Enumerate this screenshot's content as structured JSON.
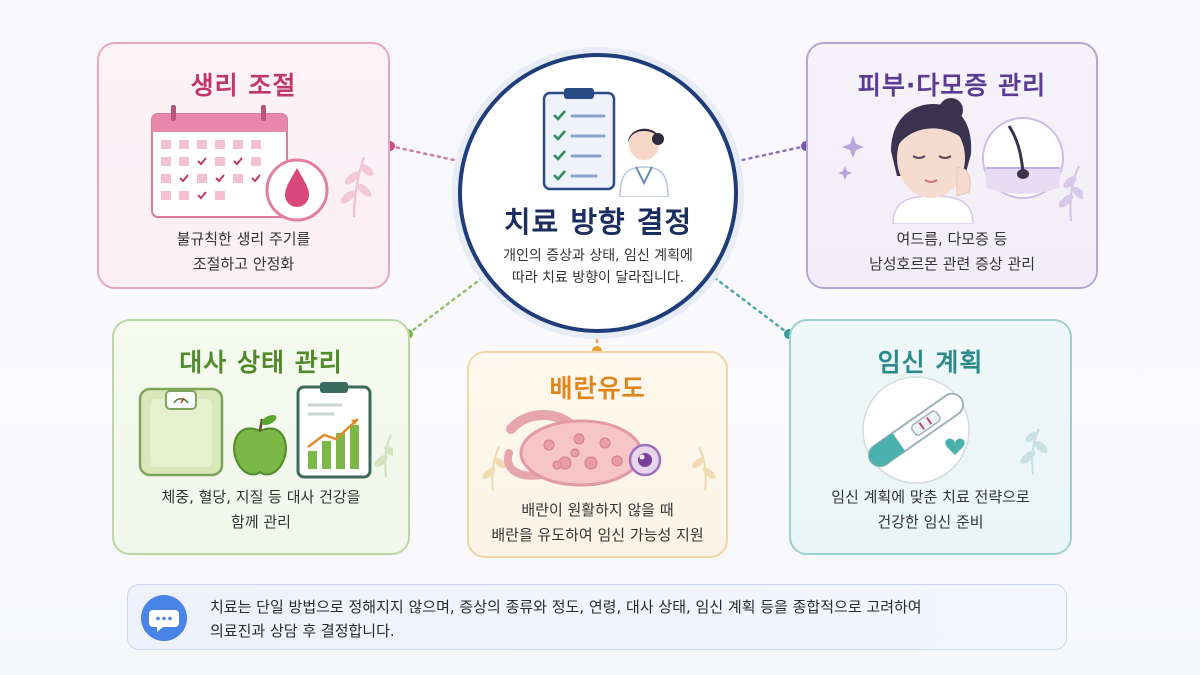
{
  "center": {
    "title": "치료 방향 결정",
    "desc_line1": "개인의 증상과 상태, 임신 계획에",
    "desc_line2": "따라 치료 방향이 달라집니다."
  },
  "cards": {
    "menstrual": {
      "title": "생리 조절",
      "line1": "불규칙한 생리 주기를",
      "line2": "조절하고 안정화"
    },
    "skin": {
      "title": "피부·다모증 관리",
      "line1": "여드름, 다모증 등",
      "line2": "남성호르몬 관련 증상 관리"
    },
    "metabolic": {
      "title": "대사 상태 관리",
      "line1": "체중, 혈당, 지질 등 대사 건강을",
      "line2": "함께 관리"
    },
    "ovulation": {
      "title": "배란유도",
      "line1": "배란이 원활하지 않을 때",
      "line2": "배란을 유도하여 임신 가능성 지원"
    },
    "pregnancy": {
      "title": "임신 계획",
      "line1": "임신 계획에 맞춘 치료 전략으로",
      "line2": "건강한 임신 준비"
    }
  },
  "footer": {
    "line1": "치료는 단일 방법으로 정해지지 않으며, 증상의 종류와 정도, 연령, 대사 상태, 임신 계획 등을 종합적으로 고려하여",
    "line2": "의료진과 상담 후 결정합니다."
  },
  "colors": {
    "menstrual": "#c0376c",
    "skin": "#5b3a93",
    "metabolic": "#4f8a2b",
    "ovulation": "#e2841c",
    "pregnancy": "#2c8a8a",
    "center_border": "#1f3d7a"
  },
  "icons": [
    "calendar-icon",
    "blood-drop-icon",
    "woman-face-icon",
    "hair-follicle-icon",
    "scale-icon",
    "apple-icon",
    "chart-clipboard-icon",
    "ovary-icon",
    "pregnancy-test-icon",
    "heart-icon",
    "checklist-icon",
    "doctor-icon",
    "chat-bubble-icon"
  ]
}
